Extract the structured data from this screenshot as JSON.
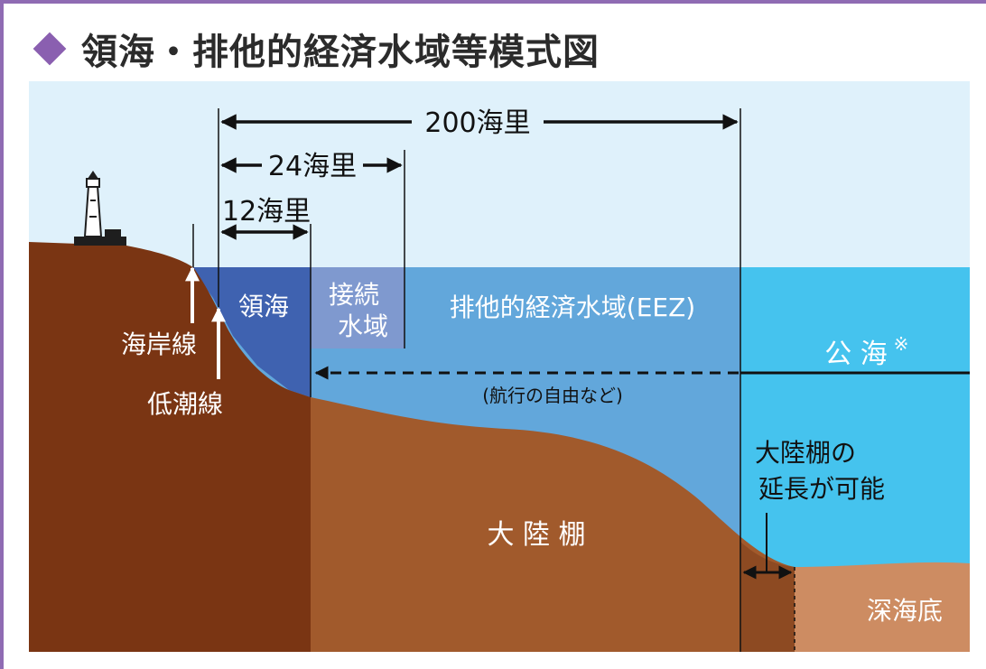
{
  "title": "領海・排他的経済水域等模式図",
  "labels": {
    "dist_200": "200海里",
    "dist_24": "24海里",
    "dist_12": "12海里",
    "territorial_sea": "領海",
    "contiguous_zone_line1": "接続",
    "contiguous_zone_line2": "水域",
    "eez": "排他的経済水域(EEZ)",
    "high_seas": "公 海",
    "high_seas_note": "※",
    "navigation_freedom": "(航行の自由など)",
    "coastline": "海岸線",
    "low_water_line": "低潮線",
    "extension_line1": "大陸棚の",
    "extension_line2": "延長が可能",
    "continental_shelf": "大 陸 棚",
    "deep_seabed": "深海底"
  },
  "colors": {
    "sky": "#dff1fb",
    "high_seas": "#45c3ee",
    "eez": "#62a7db",
    "contiguous": "#7f99cf",
    "territorial": "#3f62b0",
    "land_dark": "#7a3513",
    "shelf": "#a15a2c",
    "deep_seabed": "#cd8c62",
    "frame": "#8f6bb3"
  }
}
